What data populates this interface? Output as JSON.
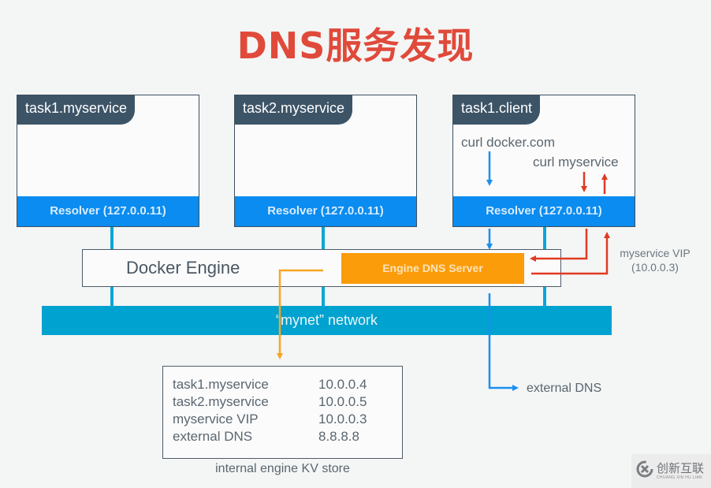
{
  "title": "DNS服务发现",
  "tasks": [
    {
      "name": "task1.myservice",
      "resolver": "Resolver (127.0.0.11)"
    },
    {
      "name": "task2.myservice",
      "resolver": "Resolver (127.0.0.11)"
    },
    {
      "name": "task1.client",
      "resolver": "Resolver (127.0.0.11)",
      "commands": [
        "curl docker.com",
        "curl myservice"
      ]
    }
  ],
  "engine": {
    "label": "Docker Engine",
    "dns_server": "Engine DNS Server"
  },
  "network": {
    "label": "“mynet” network"
  },
  "vip": {
    "line1": "myservice VIP",
    "line2": "(10.0.0.3)"
  },
  "external_dns_label": "external DNS",
  "kv_store": {
    "caption": "internal engine KV store",
    "rows": [
      {
        "key": "task1.myservice",
        "value": "10.0.0.4"
      },
      {
        "key": "task2.myservice",
        "value": "10.0.0.5"
      },
      {
        "key": "myservice VIP",
        "value": "10.0.0.3"
      },
      {
        "key": "external DNS",
        "value": "8.8.8.8"
      }
    ]
  },
  "watermark": {
    "text": "创新互联",
    "subtext": "CHUANG XIN HU LIAN"
  },
  "colors": {
    "title": "#e04a3b",
    "tab": "#3d5467",
    "resolver": "#0a8cf0",
    "dns_server": "#fb9c0a",
    "network": "#00a2cf",
    "red_flow": "#e03a22",
    "blue_flow": "#1a8ff0",
    "orange_flow": "#f6a623"
  }
}
